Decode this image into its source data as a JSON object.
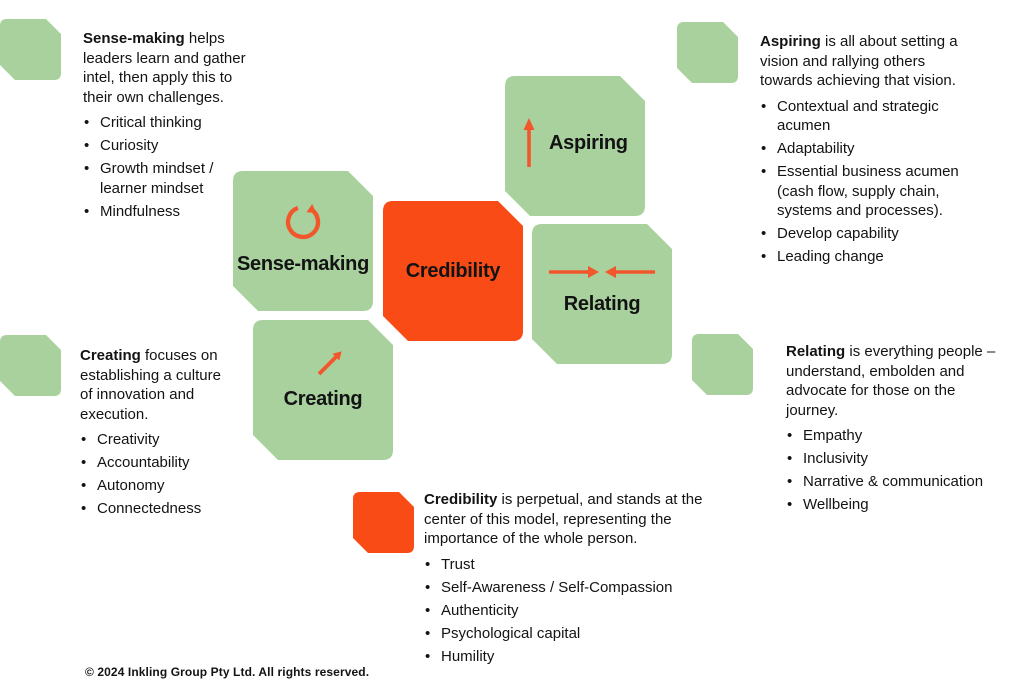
{
  "colors": {
    "green": "#a8d19e",
    "orange": "#f94b16",
    "arrow": "#f2572c",
    "text": "#131313",
    "background": "#ffffff"
  },
  "tiles": [
    {
      "id": "sense-making",
      "label": "Sense-making",
      "icon": "cycle-icon"
    },
    {
      "id": "credibility",
      "label": "Credibility",
      "icon": "none"
    },
    {
      "id": "aspiring",
      "label": "Aspiring",
      "icon": "arrow-up-icon"
    },
    {
      "id": "relating",
      "label": "Relating",
      "icon": "arrows-converge-icon"
    },
    {
      "id": "creating",
      "label": "Creating",
      "icon": "arrow-up-right-icon"
    }
  ],
  "notes": [
    {
      "id": "sense-making",
      "lead": "Sense-making",
      "rest": " helps\nleaders learn and gather\nintel, then apply this to\ntheir own challenges.",
      "bullets": [
        "Critical thinking",
        "Curiosity",
        "Growth mindset /\nlearner mindset",
        "Mindfulness"
      ]
    },
    {
      "id": "aspiring",
      "lead": "Aspiring",
      "rest": " is all about setting a\nvision and rallying others\ntowards achieving that vision.",
      "bullets": [
        "Contextual and strategic\nacumen",
        "Adaptability",
        "Essential business acumen\n(cash flow, supply chain,\nsystems and processes).",
        "Develop capability",
        "Leading change"
      ]
    },
    {
      "id": "creating",
      "lead": "Creating",
      "rest": " focuses on\nestablishing a culture\nof innovation and\nexecution.",
      "bullets": [
        "Creativity",
        "Accountability",
        "Autonomy",
        "Connectedness"
      ]
    },
    {
      "id": "relating",
      "lead": "Relating",
      "rest": " is everything people –\nunderstand, embolden and\nadvocate for those on the\njourney.",
      "bullets": [
        "Empathy",
        "Inclusivity",
        "Narrative & communication",
        "Wellbeing"
      ]
    },
    {
      "id": "credibility",
      "lead": "Credibility",
      "rest": " is perpetual, and stands at the\ncenter of this model, representing the\nimportance of the whole person.",
      "bullets": [
        "Trust",
        "Self-Awareness / Self-Compassion",
        "Authenticity",
        "Psychological capital",
        "Humility"
      ]
    }
  ],
  "footer": {
    "copyright": "© 2024 Inkling Group Pty Ltd. All rights reserved."
  }
}
